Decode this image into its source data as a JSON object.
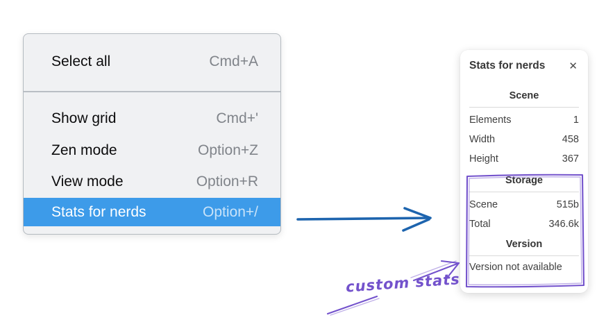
{
  "colors": {
    "menu_highlight": "#3d9be9",
    "flow_arrow": "#1d64ae",
    "annotation": "#7352cc"
  },
  "menu": {
    "items": [
      {
        "label": "Select all",
        "shortcut": "Cmd+A"
      },
      {
        "label": "Show grid",
        "shortcut": "Cmd+'"
      },
      {
        "label": "Zen mode",
        "shortcut": "Option+Z"
      },
      {
        "label": "View mode",
        "shortcut": "Option+R"
      },
      {
        "label": "Stats for nerds",
        "shortcut": "Option+/"
      }
    ],
    "selected_item": "Stats for nerds"
  },
  "stats_panel": {
    "title": "Stats for nerds",
    "close_icon": "✕",
    "sections": [
      {
        "heading": "Scene",
        "rows": [
          {
            "label": "Elements",
            "value": "1"
          },
          {
            "label": "Width",
            "value": "458"
          },
          {
            "label": "Height",
            "value": "367"
          }
        ]
      },
      {
        "heading": "Storage",
        "rows": [
          {
            "label": "Scene",
            "value": "515b"
          },
          {
            "label": "Total",
            "value": "346.6k"
          }
        ]
      },
      {
        "heading": "Version",
        "note": "Version not available"
      }
    ]
  },
  "annotation": {
    "label": "custom stats"
  }
}
